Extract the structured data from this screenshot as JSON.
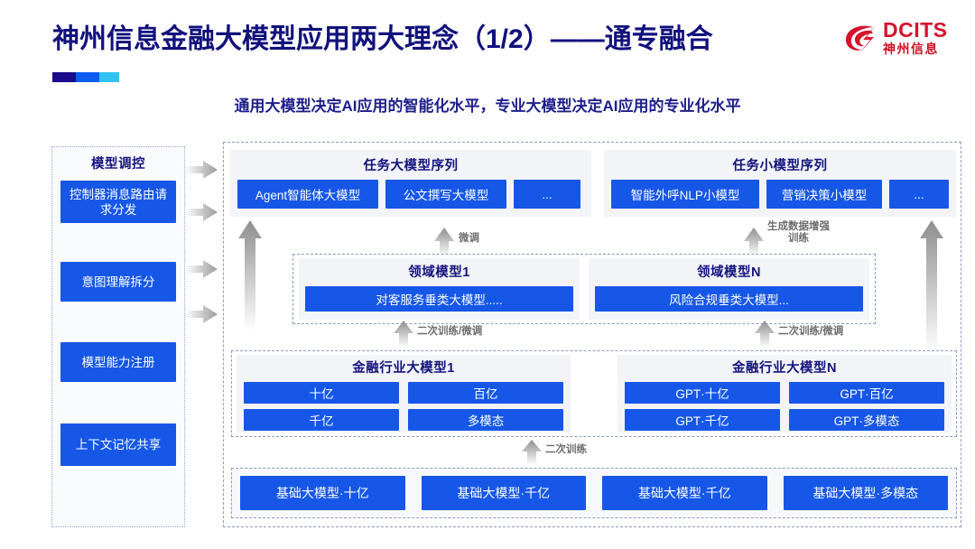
{
  "header": {
    "title": "神州信息金融大模型应用两大理念（1/2）——通专融合",
    "subtitle": "通用大模型决定AI应用的智能化水平，专业大模型决定AI应用的专业化水平",
    "accent_colors": [
      "#1a0a8c",
      "#0d5cf0",
      "#2fc4ef"
    ],
    "title_color": "#11117d",
    "subtitle_color": "#1e1e8c"
  },
  "logo": {
    "en": "DCITS",
    "cn": "神州信息",
    "color": "#d6122c"
  },
  "sidebar": {
    "title": "模型调控",
    "items": [
      {
        "label": "控制器消息路由请求分发"
      },
      {
        "label": "意图理解拆分"
      },
      {
        "label": "模型能力注册"
      },
      {
        "label": "上下文记忆共享"
      }
    ]
  },
  "task_rows": [
    {
      "title": "任务大模型序列",
      "chips": [
        {
          "label": "Agent智能体大模型",
          "width": 156
        },
        {
          "label": "公文撰写大模型",
          "width": 134
        },
        {
          "label": "...",
          "width": 74
        }
      ]
    },
    {
      "title": "任务小模型序列",
      "chips": [
        {
          "label": "智能外呼NLP小模型",
          "width": 164
        },
        {
          "label": "营销决策小模型",
          "width": 128
        },
        {
          "label": "...",
          "width": 66
        }
      ]
    }
  ],
  "domain_rows": [
    {
      "title": "领域模型1",
      "bar": "对客服务垂类大模型....."
    },
    {
      "title": "领域模型N",
      "bar": "风险合规垂类大模型..."
    }
  ],
  "industry_rows": [
    {
      "title": "金融行业大模型1",
      "cells": [
        "十亿",
        "百亿",
        "千亿",
        "多模态"
      ]
    },
    {
      "title": "金融行业大模型N",
      "cells": [
        "GPT·十亿",
        "GPT·百亿",
        "GPT·千亿",
        "GPT·多模态"
      ]
    }
  ],
  "base_models": [
    "基础大模型·十亿",
    "基础大模型·千亿",
    "基础大模型·千亿",
    "基础大模型·多模态"
  ],
  "flow_labels": {
    "finetune": "微调",
    "data_aug": "生成数据增强\n训练",
    "retrain_left": "二次训练/微调",
    "retrain_right": "二次训练/微调",
    "retrain_base": "二次训练"
  },
  "colors": {
    "chip_blue": "#1657e8",
    "panel_gray": "#f2f4f8",
    "dashed_border": "#8e9bbd",
    "arrow_gray": "#9a9a9a"
  }
}
